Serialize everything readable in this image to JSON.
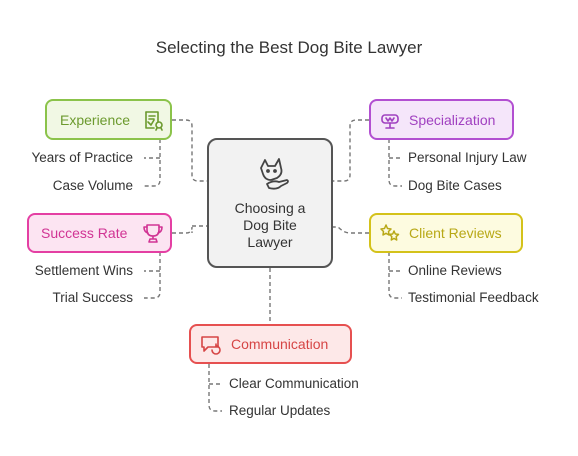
{
  "title": "Selecting the Best Dog Bite Lawyer",
  "center": {
    "line1": "Choosing a",
    "line2": "Dog Bite",
    "line3": "Lawyer",
    "icon": "dog-hand-icon"
  },
  "nodes": {
    "experience": {
      "label": "Experience",
      "color": "#8bc34a",
      "fill": "#f1f8e4",
      "icon": "certificate-icon",
      "items": [
        "Years of Practice",
        "Case Volume"
      ]
    },
    "success": {
      "label": "Success Rate",
      "color": "#e43fa3",
      "fill": "#fce4f2",
      "icon": "trophy-icon",
      "items": [
        "Settlement Wins",
        "Trial Success"
      ]
    },
    "specialization": {
      "label": "Specialization",
      "color": "#b24fd1",
      "fill": "#f5e6fa",
      "icon": "scales-icon",
      "items": [
        "Personal Injury Law",
        "Dog Bite Cases"
      ]
    },
    "reviews": {
      "label": "Client Reviews",
      "color": "#d4c21a",
      "fill": "#fdfbe0",
      "icon": "stars-icon",
      "items": [
        "Online Reviews",
        "Testimonial Feedback"
      ]
    },
    "communication": {
      "label": "Communication",
      "color": "#e65050",
      "fill": "#fde8e8",
      "icon": "chat-refresh-icon",
      "items": [
        "Clear Communication",
        "Regular Updates"
      ]
    }
  }
}
